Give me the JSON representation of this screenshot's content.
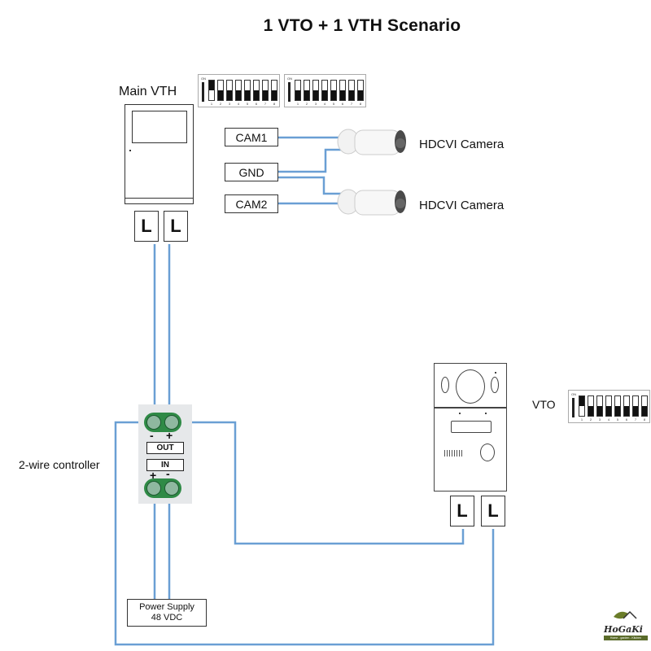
{
  "title": "1 VTO + 1 VTH Scenario",
  "main_vth": {
    "label": "Main VTH",
    "terminals": [
      "L",
      "L"
    ]
  },
  "dip_switches": {
    "on_label": "ON",
    "numbers": [
      "1",
      "2",
      "3",
      "4",
      "5",
      "6",
      "7",
      "8"
    ],
    "vth_a": {
      "states": [
        "on",
        "off",
        "off",
        "off",
        "off",
        "off",
        "off",
        "off"
      ]
    },
    "vth_b": {
      "states": [
        "off",
        "off",
        "off",
        "off",
        "off",
        "off",
        "off",
        "off"
      ]
    },
    "vto": {
      "states": [
        "on",
        "off",
        "off",
        "off",
        "off",
        "off",
        "off",
        "off"
      ]
    }
  },
  "camera_ports": {
    "cam1": "CAM1",
    "gnd": "GND",
    "cam2": "CAM2"
  },
  "cameras": [
    {
      "label": "HDCVI Camera"
    },
    {
      "label": "HDCVI Camera"
    }
  ],
  "controller": {
    "label": "2-wire controller",
    "out_label": "OUT",
    "in_label": "IN",
    "out_polarity": [
      "-",
      "+"
    ],
    "in_polarity": [
      "+",
      "-"
    ]
  },
  "vto": {
    "label": "VTO",
    "terminals": [
      "L",
      "L"
    ]
  },
  "power_supply": {
    "line1": "Power Supply",
    "line2": "48 VDC"
  },
  "logo": {
    "name": "HoGaKi",
    "tagline": "Home - garden - Kitchen"
  },
  "colors": {
    "wire": "#6a9fd4",
    "terminal_green": "#2f8a46",
    "logo_green": "#5a6b2a"
  }
}
